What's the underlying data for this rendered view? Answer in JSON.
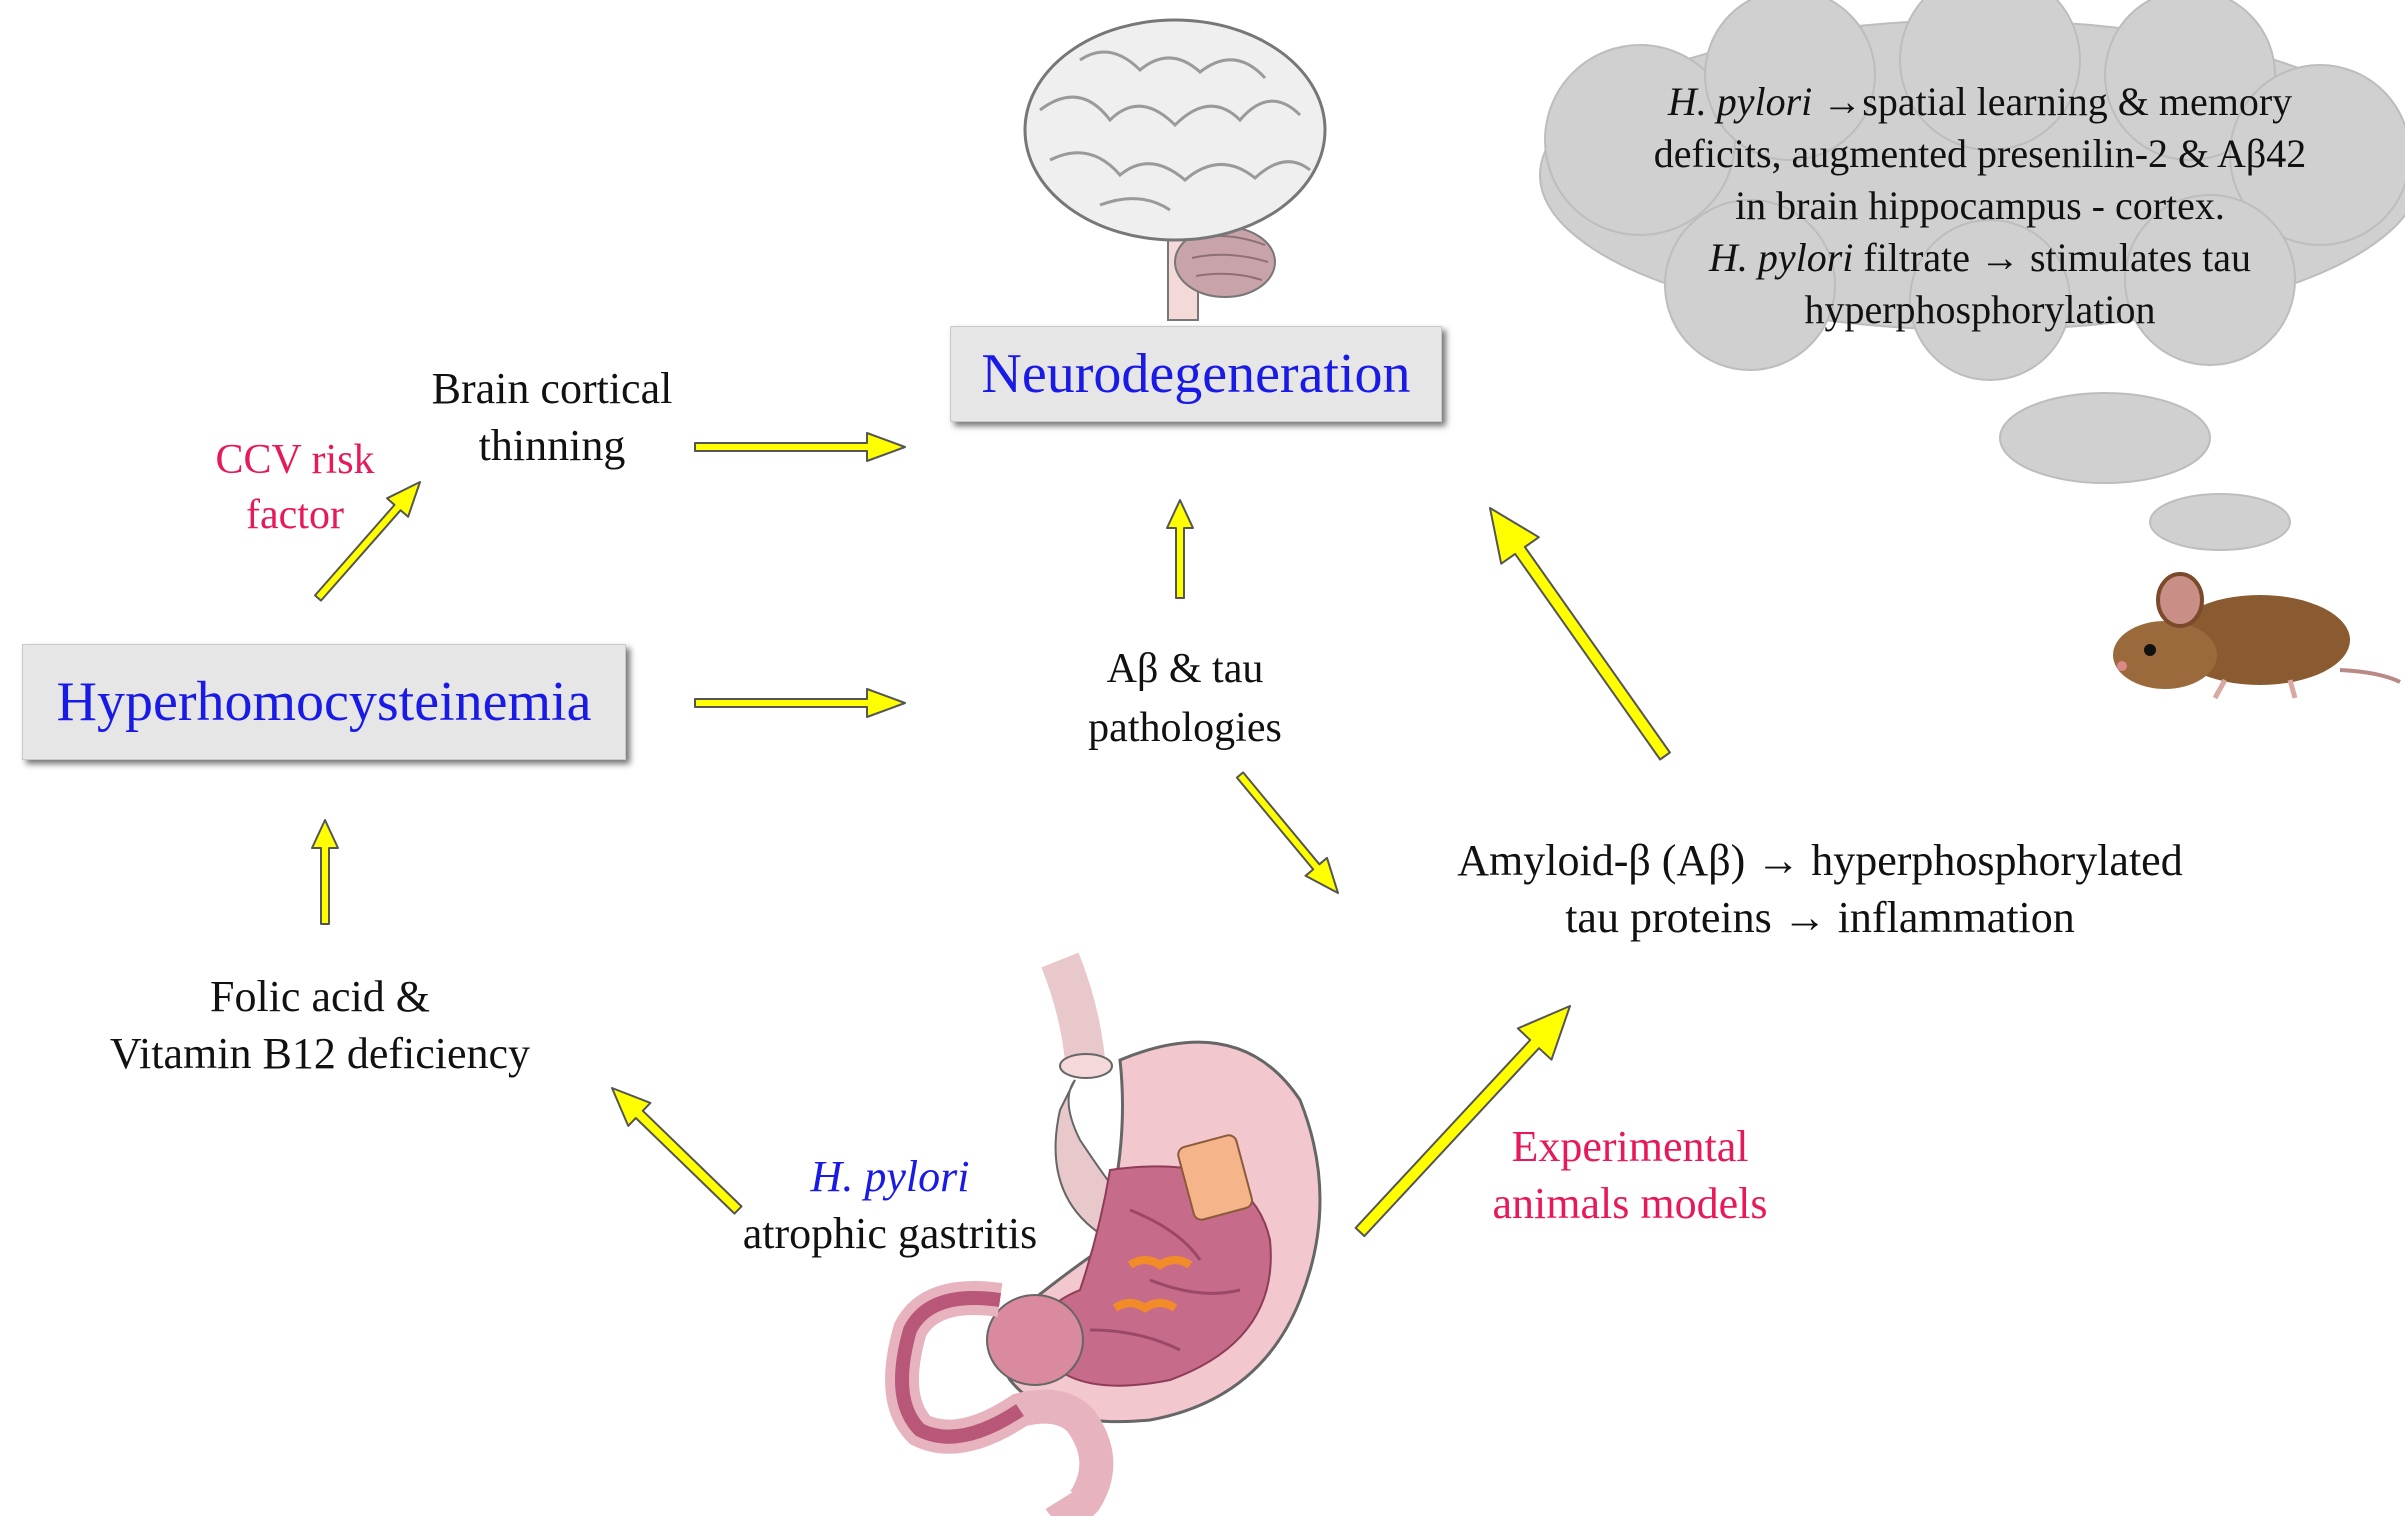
{
  "nodes": {
    "neurodegeneration": "Neurodegeneration",
    "hyperhomocysteinemia": "Hyperhomocysteinemia",
    "brain_cortical": [
      "Brain cortical",
      "thinning"
    ],
    "ccv_risk": [
      "CCV risk",
      "factor"
    ],
    "ab_tau": [
      "Aβ & tau",
      "pathologies"
    ],
    "amyloid": [
      "Amyloid-β (Aβ) → hyperphosphorylated",
      "tau  proteins → inflammation"
    ],
    "folic": [
      "Folic acid &",
      "Vitamin B12 deficiency"
    ],
    "hpylori_species": "H. pylori",
    "atrophic": "atrophic gastritis",
    "experimental": [
      "Experimental",
      "animals models"
    ]
  },
  "cloud": {
    "species": "H. pylori",
    "line1_rest": " →spatial learning & memory",
    "line2": "deficits, augmented presenilin-2 & Aβ42",
    "line3": "in brain hippocampus - cortex.",
    "line4_rest": "  filtrate → stimulates  tau",
    "line5": "hyperphosphorylation"
  },
  "colors": {
    "arrow_fill": "#ffff00",
    "arrow_stroke": "#555555",
    "box_fill": "#e6e6e6",
    "title_blue": "#1a1ae6",
    "accent_red": "#e8195a",
    "cloud_gray": "#d0d0d0"
  },
  "icons": [
    "brain-icon",
    "stomach-icon",
    "mouse-icon",
    "thought-cloud-icon"
  ]
}
